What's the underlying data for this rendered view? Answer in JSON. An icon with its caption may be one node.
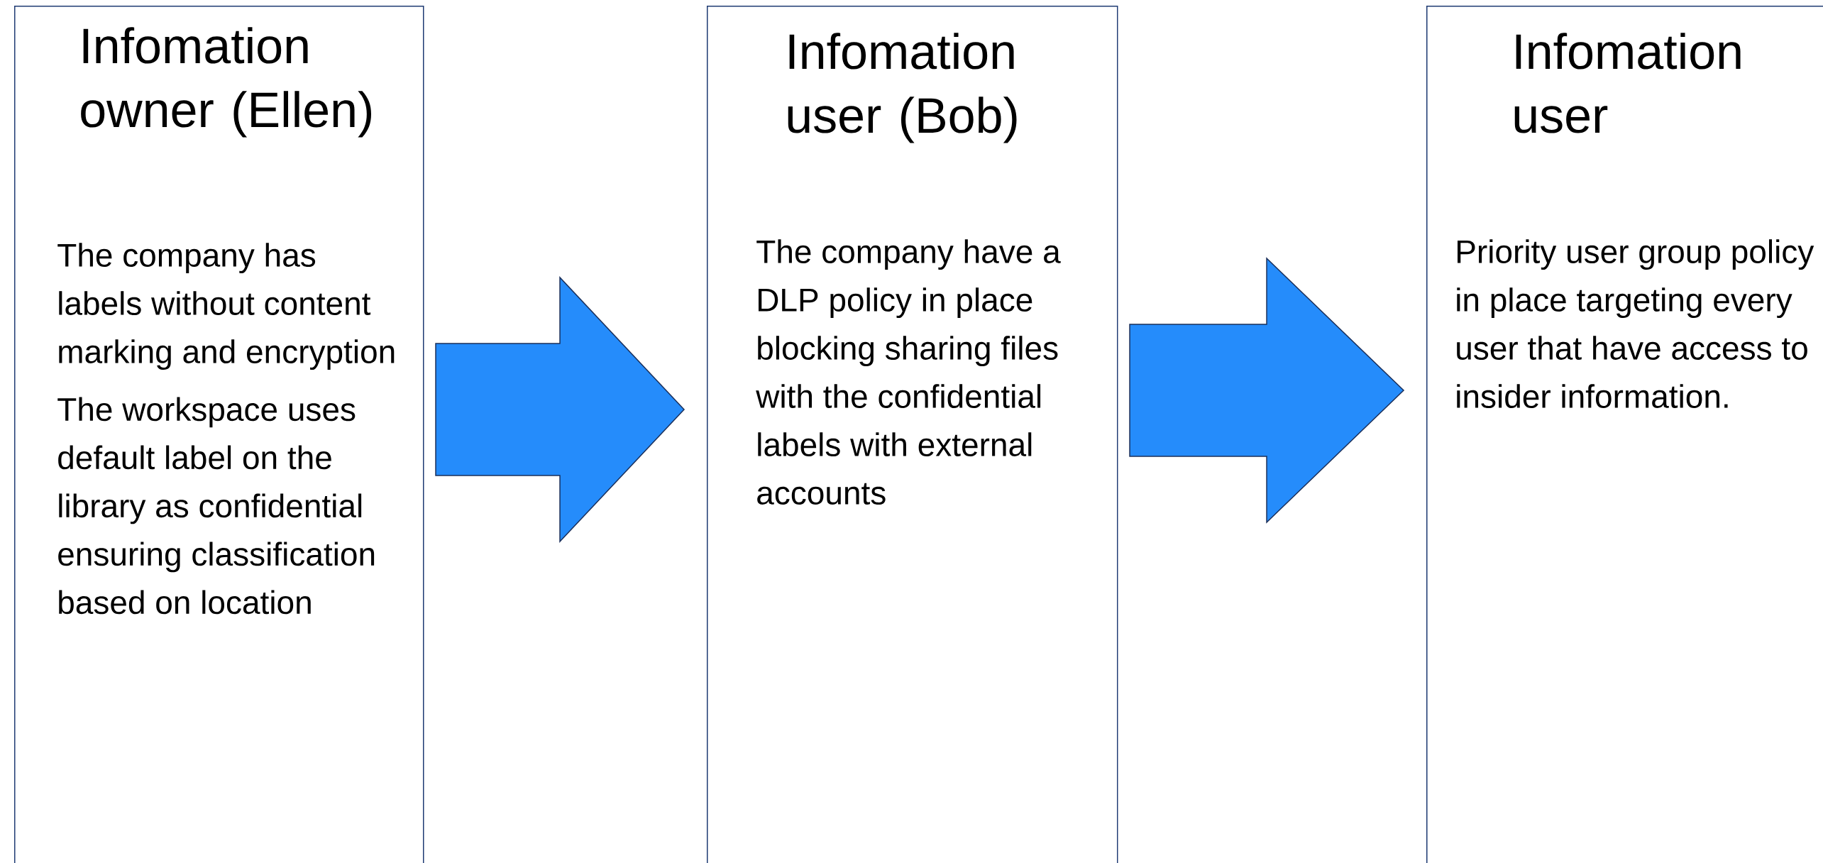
{
  "diagram": {
    "nodes": [
      {
        "text": [
          "Infomation owner (Ellen)",
          "The company has labels without content marking and encryption",
          "The workspace uses default label on the library as confidential ensuring classification based on location"
        ]
      },
      {
        "text": [
          "Infomation user (Bob)",
          "The company have a DLP policy in place blocking sharing files with the confidential labels with external accounts"
        ]
      },
      {
        "text": [
          "Infomation user",
          "Priority user group policy in place targeting every user that have access to insider information."
        ]
      }
    ],
    "edges": [
      {
        "from": 0,
        "to": 1,
        "arrow": "to"
      },
      {
        "from": 1,
        "to": 2,
        "arrow": "to"
      }
    ]
  }
}
